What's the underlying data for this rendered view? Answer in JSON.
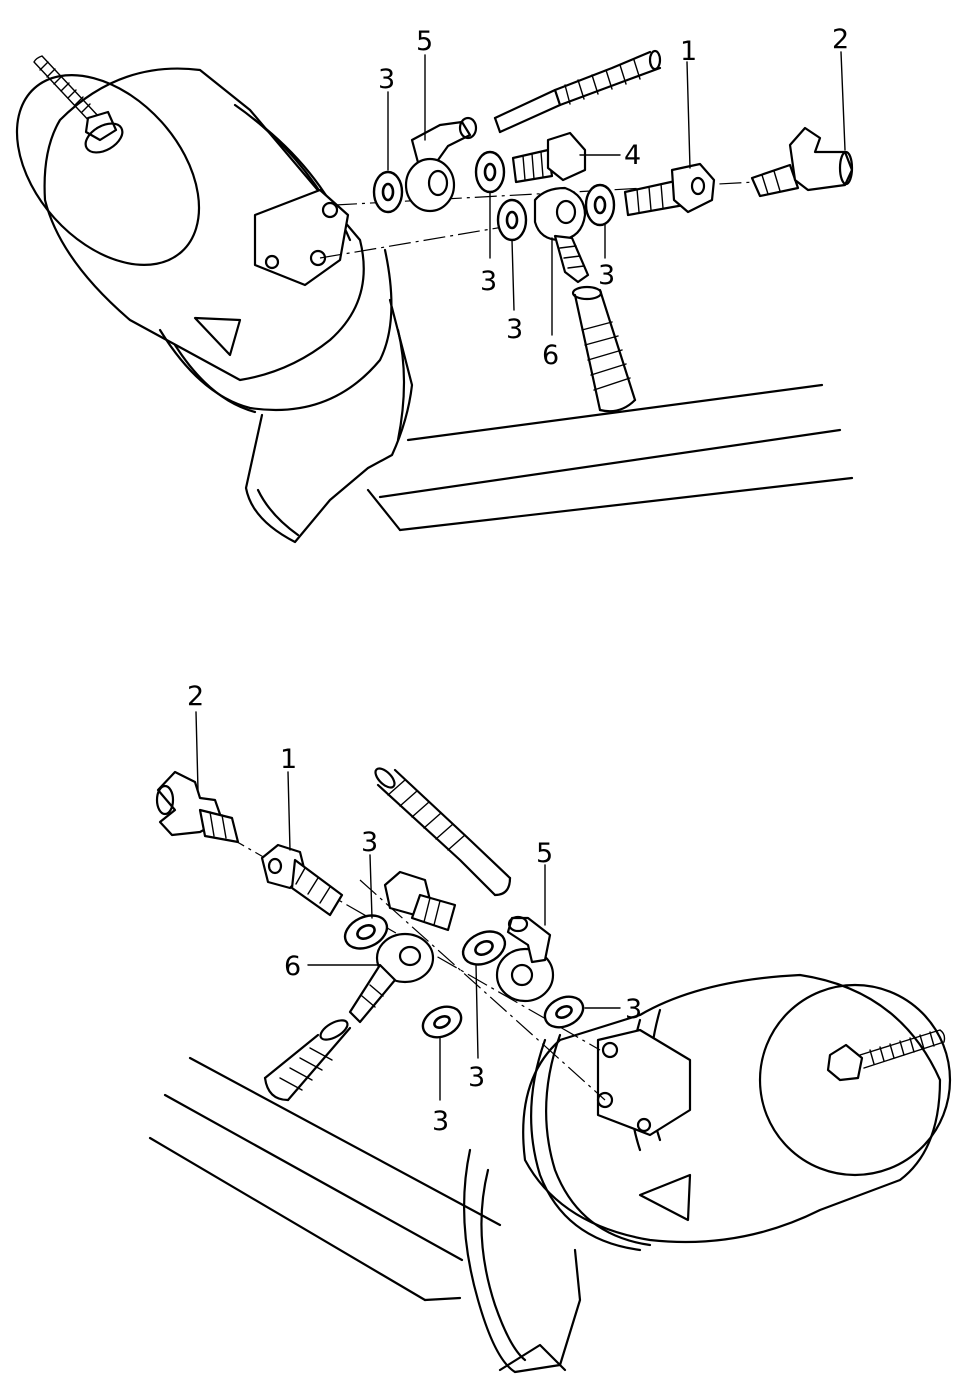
{
  "top_view": {
    "callouts": [
      {
        "id": "t1",
        "text": "1"
      },
      {
        "id": "t2",
        "text": "2"
      },
      {
        "id": "t3a",
        "text": "3"
      },
      {
        "id": "t3b",
        "text": "3"
      },
      {
        "id": "t3c",
        "text": "3"
      },
      {
        "id": "t3d",
        "text": "3"
      },
      {
        "id": "t4",
        "text": "4"
      },
      {
        "id": "t5",
        "text": "5"
      },
      {
        "id": "t6",
        "text": "6"
      }
    ]
  },
  "bottom_view": {
    "callouts": [
      {
        "id": "b1",
        "text": "1"
      },
      {
        "id": "b2",
        "text": "2"
      },
      {
        "id": "b3a",
        "text": "3"
      },
      {
        "id": "b3b",
        "text": "3"
      },
      {
        "id": "b3c",
        "text": "3"
      },
      {
        "id": "b3d",
        "text": "3"
      },
      {
        "id": "b5",
        "text": "5"
      },
      {
        "id": "b6",
        "text": "6"
      }
    ]
  }
}
